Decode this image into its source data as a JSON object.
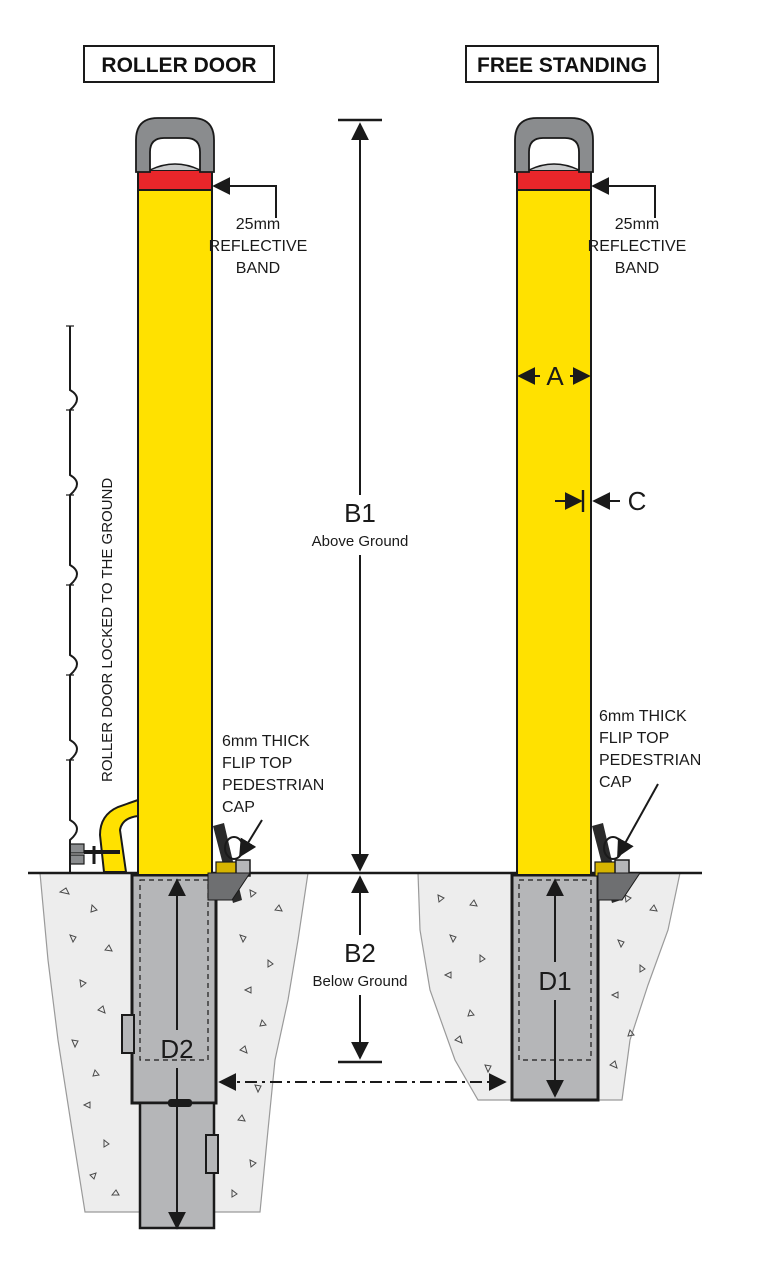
{
  "headings": {
    "left": "ROLLER DOOR",
    "right": "FREE STANDING"
  },
  "labels": {
    "band_size": "25mm",
    "band_line1": "REFLECTIVE",
    "band_line2": "BAND",
    "cap_line1": "6mm THICK",
    "cap_line2": "FLIP TOP",
    "cap_line3": "PEDESTRIAN",
    "cap_line4": "CAP",
    "roller_note": "ROLLER DOOR LOCKED TO THE GROUND",
    "dim_a": "A",
    "dim_c": "C",
    "dim_b1": "B1",
    "dim_b1_sub": "Above Ground",
    "dim_b2": "B2",
    "dim_b2_sub": "Below Ground",
    "dim_d1": "D1",
    "dim_d2": "D2"
  },
  "colors": {
    "post": "#ffe100",
    "reflective_band": "#e8262a",
    "handle": "#8a8c8e",
    "sleeve": "#b5b6b8",
    "concrete": "#ededed",
    "outline": "#1a1a1a"
  }
}
